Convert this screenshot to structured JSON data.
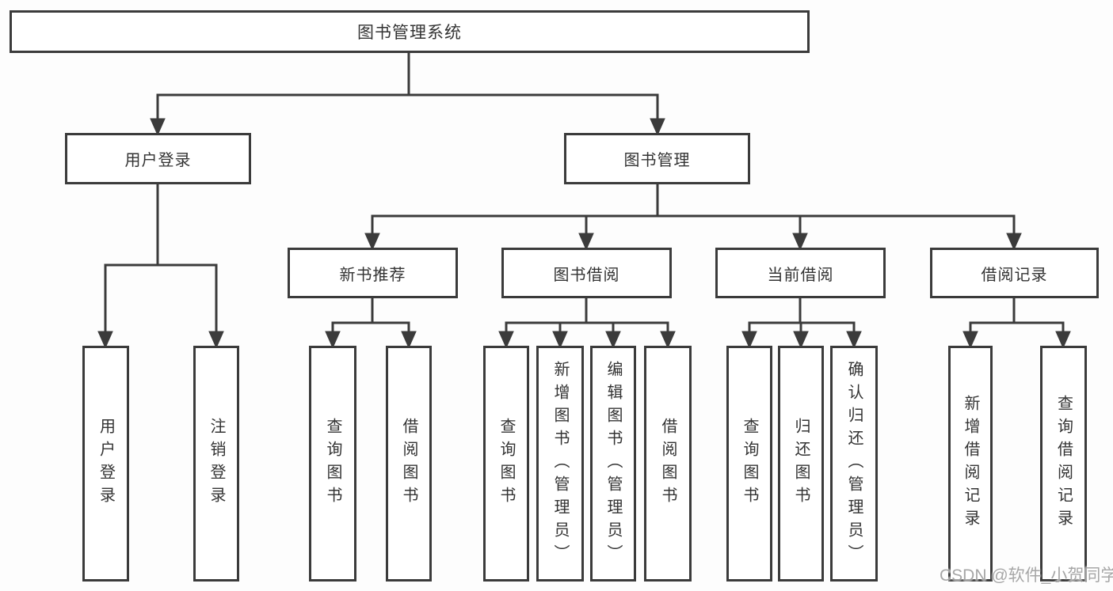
{
  "diagram_title": "图书管理系统",
  "tree": {
    "label": "图书管理系统",
    "children": [
      {
        "label": "用户登录",
        "children": [
          {
            "label": "用户登录"
          },
          {
            "label": "注销登录"
          }
        ]
      },
      {
        "label": "图书管理",
        "children": [
          {
            "label": "新书推荐",
            "children": [
              {
                "label": "查询图书"
              },
              {
                "label": "借阅图书"
              }
            ]
          },
          {
            "label": "图书借阅",
            "children": [
              {
                "label": "查询图书"
              },
              {
                "label": "新增图书（管理员）"
              },
              {
                "label": "编辑图书（管理员）"
              },
              {
                "label": "借阅图书"
              }
            ]
          },
          {
            "label": "当前借阅",
            "children": [
              {
                "label": "查询图书"
              },
              {
                "label": "归还图书"
              },
              {
                "label": "确认归还（管理员）"
              }
            ]
          },
          {
            "label": "借阅记录",
            "children": [
              {
                "label": "新增借阅记录"
              },
              {
                "label": "查询借阅记录"
              }
            ]
          }
        ]
      }
    ]
  },
  "watermark": "CSDN @软件_小贺同学",
  "colors": {
    "line": "#3b3b3b",
    "box_border": "#3b3b3b",
    "text": "#333333",
    "background": "#fdfdfd",
    "box_fill": "#ffffff",
    "watermark": "#969696"
  }
}
